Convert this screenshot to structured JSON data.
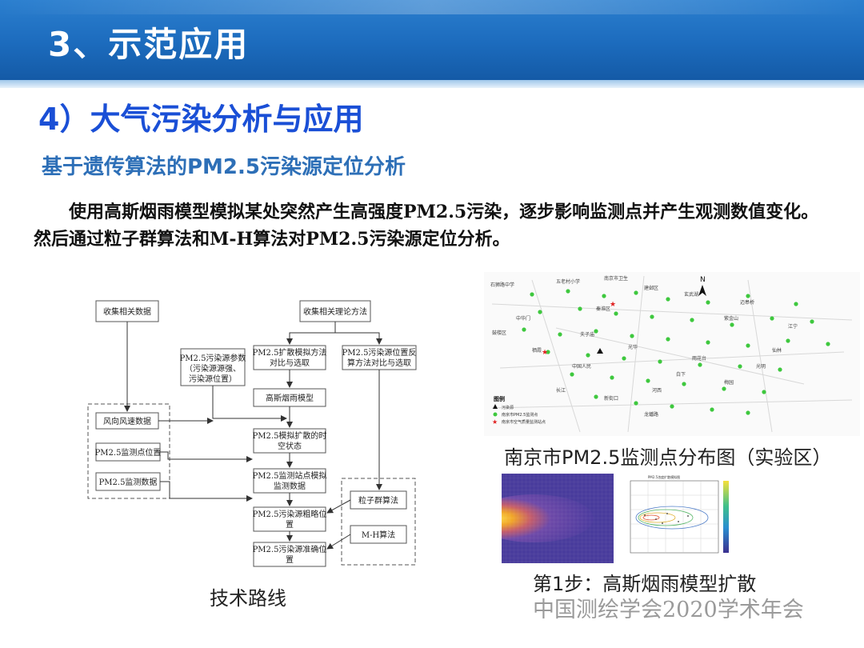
{
  "slide": {
    "title": "3、示范应用",
    "section_title": "4）大气污染分析与应用",
    "subsection_title": "基于遗传算法的PM2.5污染源定位分析",
    "paragraph": "使用高斯烟雨模型模拟某处突然产生高强度PM2.5污染，逐步影响监测点并产生观测数值变化。然后通过粒子群算法和M-H算法对PM2.5污染源定位分析。"
  },
  "flowchart": {
    "caption": "技术路线",
    "nodes": {
      "collect_data": "收集相关数据",
      "collect_theory": "收集相关理论方法",
      "source_params": [
        "PM2.5污染源参数",
        "（污染源源强、",
        "污染源位置）"
      ],
      "diffusion_compare": [
        "PM2.5扩散模拟方法",
        "对比与选取"
      ],
      "locate_compare": [
        "PM2.5污染源位置反",
        "算方法对比与选取"
      ],
      "gauss_model": "高斯烟雨模型",
      "wind_data": "风向风速数据",
      "spatiotemporal": [
        "PM2.5模拟扩散的时",
        "空状态"
      ],
      "station_pos": "PM2.5监测点位置",
      "station_sim": [
        "PM2.5监测站点模拟",
        "监测数据"
      ],
      "monitor_data": "PM2.5监测数据",
      "approx_pos": [
        "PM2.5污染源粗略位",
        "置"
      ],
      "pso": "粒子群算法",
      "mh": "M-H算法",
      "precise_pos": [
        "PM2.5污染源准确位",
        "置"
      ]
    }
  },
  "map": {
    "caption": "南京市PM2.5监测点分布图（实验区）",
    "north_label": "N",
    "legend_title": "图例",
    "legend_items": [
      "污染源",
      "南京市PM2.5监测点",
      "南京市空气质量监测站点"
    ],
    "labels": [
      "石狮路中学",
      "五老村小学",
      "南京市卫生",
      "建邺区",
      "中华门",
      "秦淮区",
      "鼓楼区",
      "玄武湖",
      "紫金山",
      "江宁",
      "雨花台",
      "仙林",
      "栖霞",
      "中国人民",
      "光华",
      "白下",
      "梅园",
      "长江",
      "新街口",
      "河西",
      "夫子庙",
      "迈皋桥",
      "光明",
      "龙蟠路"
    ],
    "colors": {
      "station": "#3ec83e",
      "source": "#e02020",
      "site": "#111111"
    }
  },
  "dispersion": {
    "caption": "第1步：高斯烟雨模型扩散",
    "scatter_title": "PM2.5浓度扩散模拟图"
  },
  "watermark": "中国测绘学会2020学术年会"
}
